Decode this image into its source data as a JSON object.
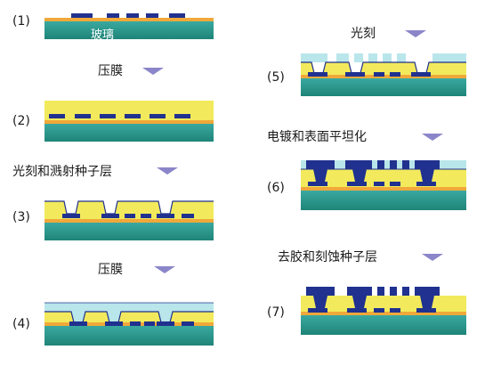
{
  "steps": {
    "s1": "(1)",
    "s2": "(2)",
    "s3": "(3)",
    "s4": "(4)",
    "s5": "(5)",
    "s6": "(6)",
    "s7": "(7)"
  },
  "labels": {
    "glass": "玻璃",
    "laminate_a": "压膜",
    "sputter": "光刻和溅射种子层",
    "laminate_b": "压膜",
    "litho": "光刻",
    "plating": "电镀和表面平坦化",
    "strip": "去胶和刻蚀种子层"
  },
  "colors": {
    "substrate": "#2e9a92",
    "orange": "#f0a83a",
    "yellow": "#f2ea5c",
    "metal": "#20318f",
    "resist": "#b9e6ea",
    "arrow": "#8b86c9"
  }
}
